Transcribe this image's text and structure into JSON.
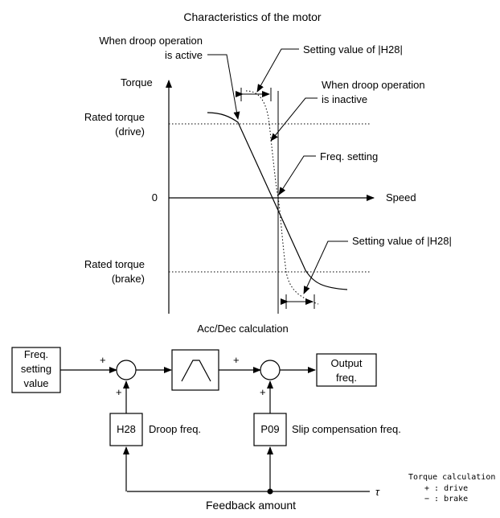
{
  "title": "Characteristics of the motor",
  "graph": {
    "label_droop_active": [
      "When droop operation",
      "is active"
    ],
    "label_setting_upper": "Setting value of |H28|",
    "label_droop_inactive": [
      "When droop operation",
      "is inactive"
    ],
    "label_freq_setting": "Freq. setting",
    "label_setting_lower": "Setting value of |H28|",
    "axis_torque": "Torque",
    "axis_speed": "Speed",
    "zero": "0",
    "rated_drive": [
      "Rated torque",
      "(drive)"
    ],
    "rated_brake": [
      "Rated torque",
      "(brake)"
    ]
  },
  "block": {
    "acc_dec": "Acc/Dec calculation",
    "freq_setting_box": [
      "Freq.",
      "setting",
      "value"
    ],
    "output_box": [
      "Output",
      "freq."
    ],
    "h28_box": "H28",
    "droop_freq": "Droop freq.",
    "p09_box": "P09",
    "slip_comp": "Slip compensation freq.",
    "plus": "+",
    "tau": "τ",
    "feedback": "Feedback amount",
    "torque_calc": "Torque calculation",
    "torque_plus": "+ : drive",
    "torque_minus": "− : brake"
  }
}
